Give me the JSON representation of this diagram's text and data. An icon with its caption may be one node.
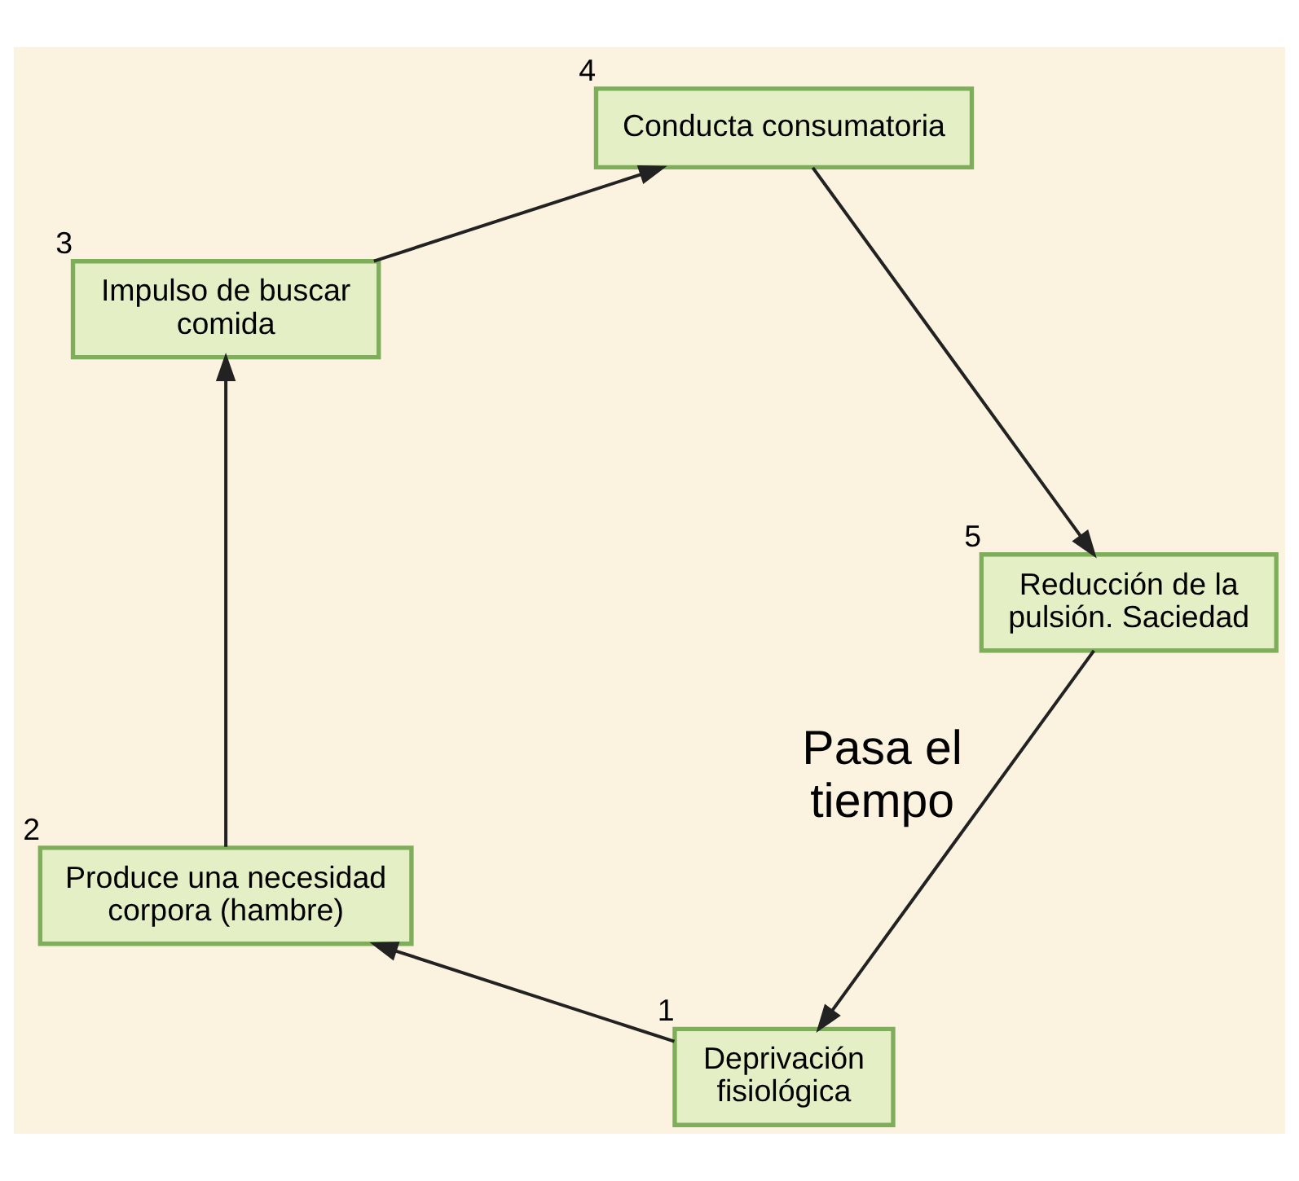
{
  "diagram": {
    "nodes": [
      {
        "text": [
          "Deprivación fisiológica"
        ],
        "beside": [
          "1"
        ]
      },
      {
        "text": [
          "Produce una necesidad corpora (hambre)"
        ],
        "beside": [
          "2"
        ]
      },
      {
        "text": [
          "Impulso de buscar comida"
        ],
        "beside": [
          "3"
        ]
      },
      {
        "text": [
          "Conducta consumatoria"
        ],
        "beside": [
          "4"
        ]
      },
      {
        "text": [
          "Reducción de la pulsión. Saciedad"
        ],
        "beside": [
          "5"
        ]
      }
    ],
    "edges": [
      {
        "from": 0,
        "to": 1,
        "arrow": "to"
      },
      {
        "from": 1,
        "to": 2,
        "arrow": "to"
      },
      {
        "from": 2,
        "to": 3,
        "arrow": "to"
      },
      {
        "from": 3,
        "to": 4,
        "arrow": "to"
      },
      {
        "from": 4,
        "to": 0,
        "arrow": "to",
        "label": "Pasa el tiempo"
      }
    ]
  }
}
